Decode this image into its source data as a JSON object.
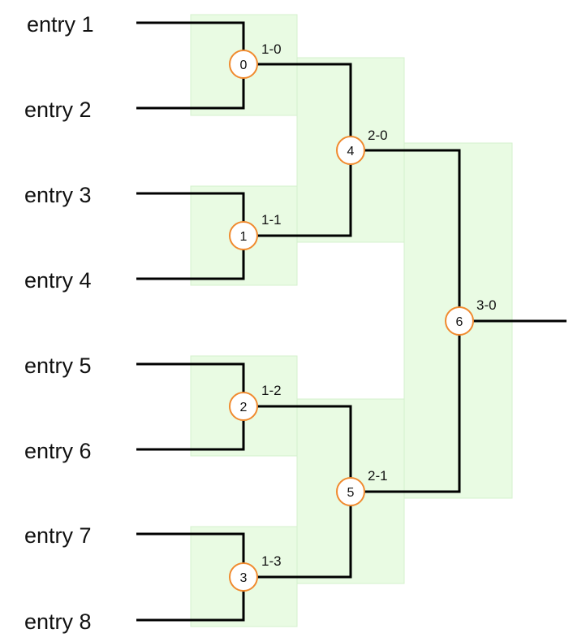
{
  "entries": [
    "entry 1",
    "entry 2",
    "entry 3",
    "entry 4",
    "entry 5",
    "entry 6",
    "entry 7",
    "entry 8"
  ],
  "matches": [
    {
      "id": "0",
      "label": "1-0"
    },
    {
      "id": "1",
      "label": "1-1"
    },
    {
      "id": "2",
      "label": "1-2"
    },
    {
      "id": "3",
      "label": "1-3"
    },
    {
      "id": "4",
      "label": "2-0"
    },
    {
      "id": "5",
      "label": "2-1"
    },
    {
      "id": "6",
      "label": "3-0"
    }
  ],
  "colors": {
    "box_fill": "#e9fbe3",
    "node_stroke": "#f08a2e",
    "line": "#000000"
  }
}
